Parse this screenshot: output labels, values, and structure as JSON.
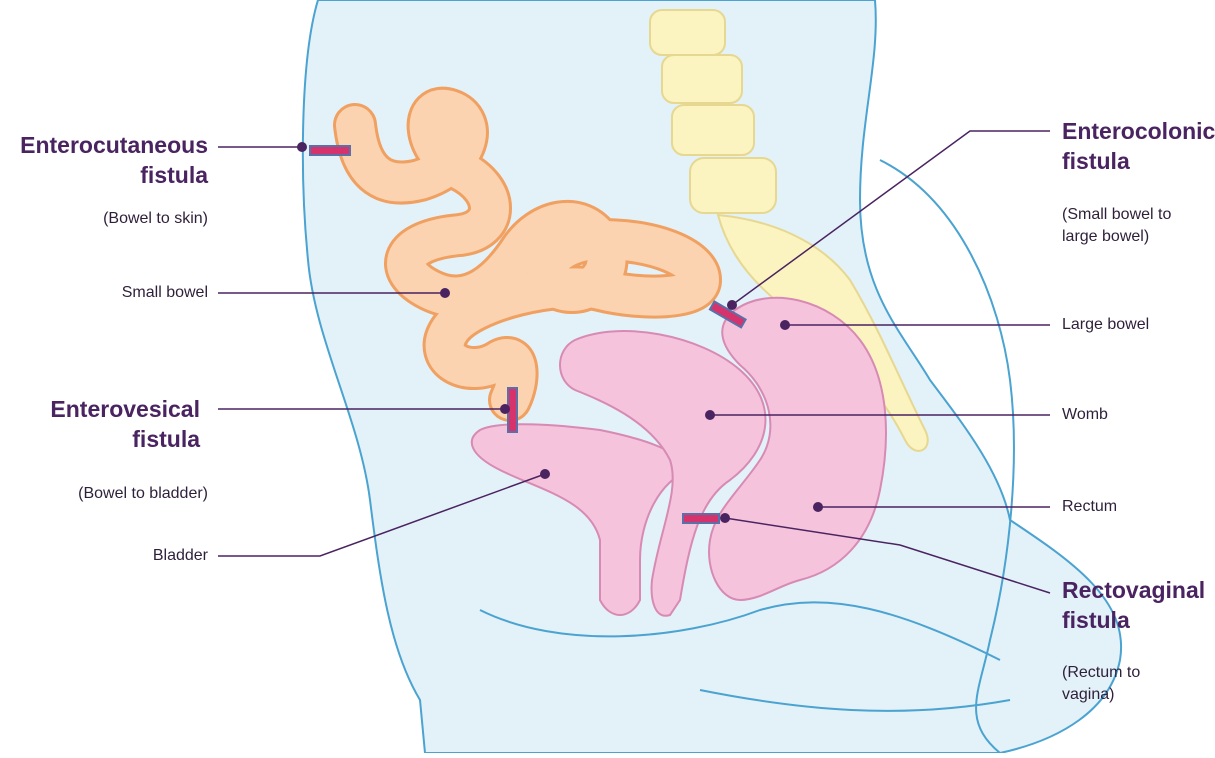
{
  "labels": {
    "enterocutaneous": {
      "title_line1": "Enterocutaneous",
      "title_line2": "fistula",
      "note": "(Bowel to skin)"
    },
    "small_bowel": "Small bowel",
    "enterovesical": {
      "title_line1": "Enterovesical",
      "title_line2": "fistula",
      "note": "(Bowel to bladder)"
    },
    "bladder": "Bladder",
    "enterocolonic": {
      "title_line1": "Enterocolonic",
      "title_line2": "fistula",
      "note_line1": "(Small bowel to",
      "note_line2": "large bowel)"
    },
    "large_bowel": "Large bowel",
    "womb": "Womb",
    "rectum": "Rectum",
    "rectovaginal": {
      "title_line1": "Rectovaginal",
      "title_line2": "fistula",
      "note_line1": "(Rectum to",
      "note_line2": "vagina)"
    }
  },
  "colors": {
    "heading": "#4a2361",
    "leader": "#4a2361",
    "body_fill": "#e3f1f8",
    "body_outline": "#4aa3d0",
    "bowel_fill": "#fbd3b0",
    "bowel_outline": "#f0a060",
    "organ_fill": "#f6c3dc",
    "organ_outline": "#d78ab3",
    "spine_fill": "#fbf3c0",
    "spine_outline": "#e6d890",
    "fistula_marker": "#d6336c",
    "fistula_marker_edge": "#5b6fa8"
  }
}
